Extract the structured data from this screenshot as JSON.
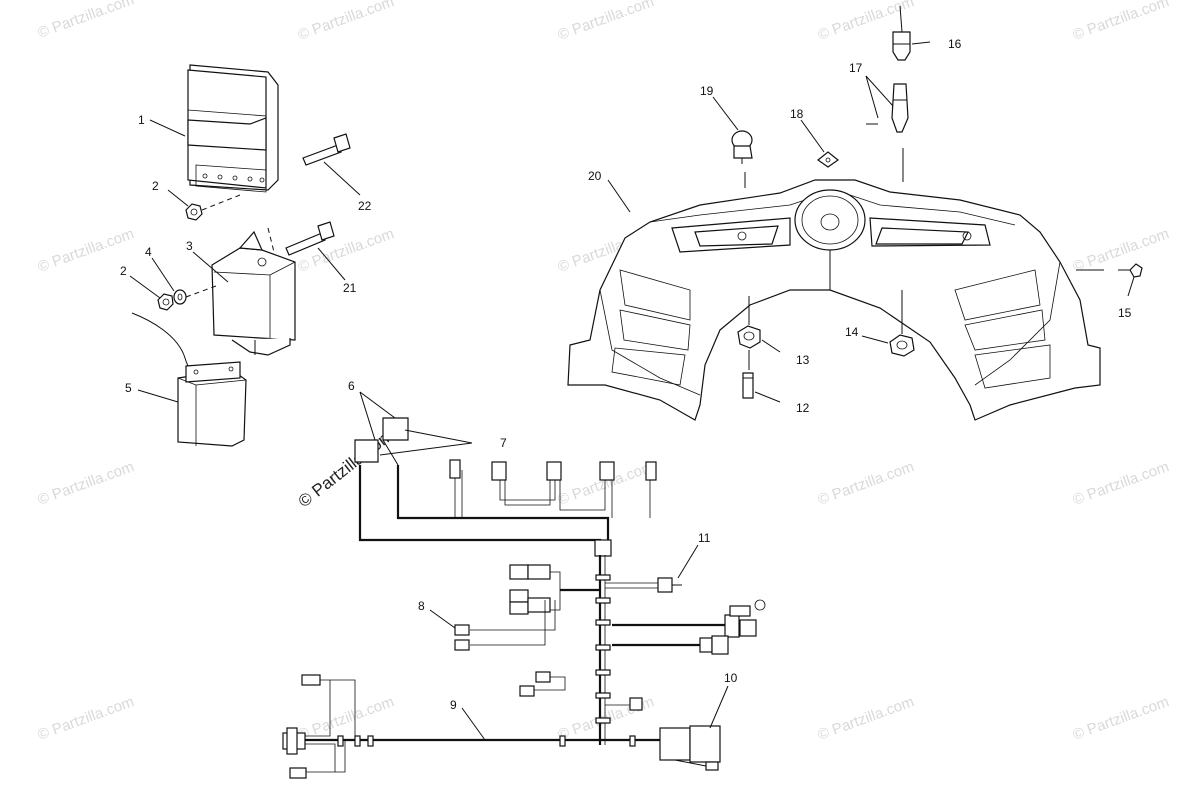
{
  "watermarks": {
    "small": "© Partzilla.com",
    "large": "© Partzilla.com"
  },
  "callouts": {
    "c1": "1",
    "c2a": "2",
    "c2b": "2",
    "c3": "3",
    "c4": "4",
    "c5": "5",
    "c6": "6",
    "c7": "7",
    "c8": "8",
    "c9": "9",
    "c10": "10",
    "c11": "11",
    "c12": "12",
    "c13": "13",
    "c14": "14",
    "c15": "15",
    "c16": "16",
    "c17": "17",
    "c18": "18",
    "c19": "19",
    "c20": "20",
    "c21": "21",
    "c22": "22"
  }
}
